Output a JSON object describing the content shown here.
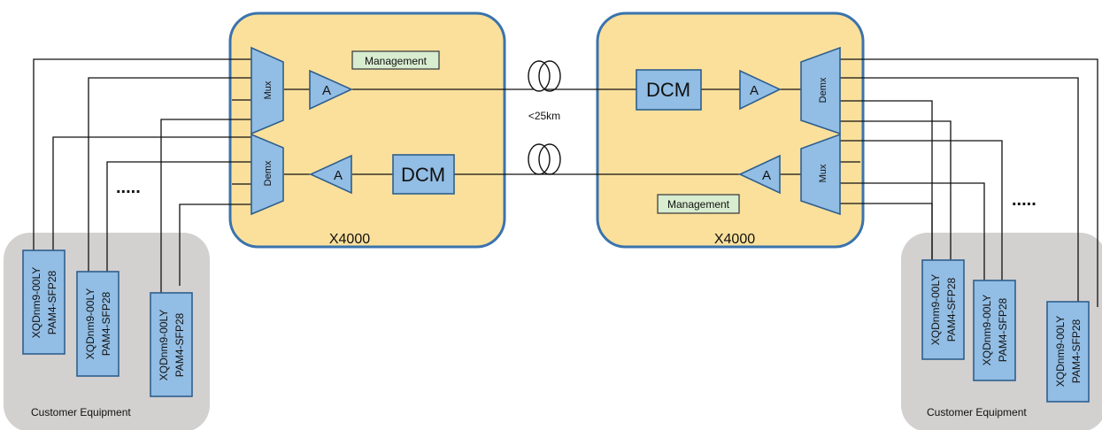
{
  "sites": [
    {
      "label": "X4000"
    },
    {
      "label": "X4000"
    }
  ],
  "management_label": "Management",
  "dcm_label": "DCM",
  "amp_label": "A",
  "mux_label": "Mux",
  "demux_label": "Demx",
  "fiber_distance": "<25km",
  "ellipsis": ".....",
  "customer_equipment_label": "Customer Equipment",
  "transceiver": {
    "line1": "XQDnm9-00LY",
    "line2": "PAM4-SFP28"
  },
  "colors": {
    "site_fill": "#fbe09c",
    "site_border": "#3a73ad",
    "node_fill": "#92bde4",
    "management_fill": "#d8ecd0",
    "customer_bg": "#d3d0d0"
  },
  "icons": {
    "fiber_spool": "fiber-spool-icon",
    "amplifier": "amplifier-triangle",
    "mux": "trapezoid-mux"
  }
}
